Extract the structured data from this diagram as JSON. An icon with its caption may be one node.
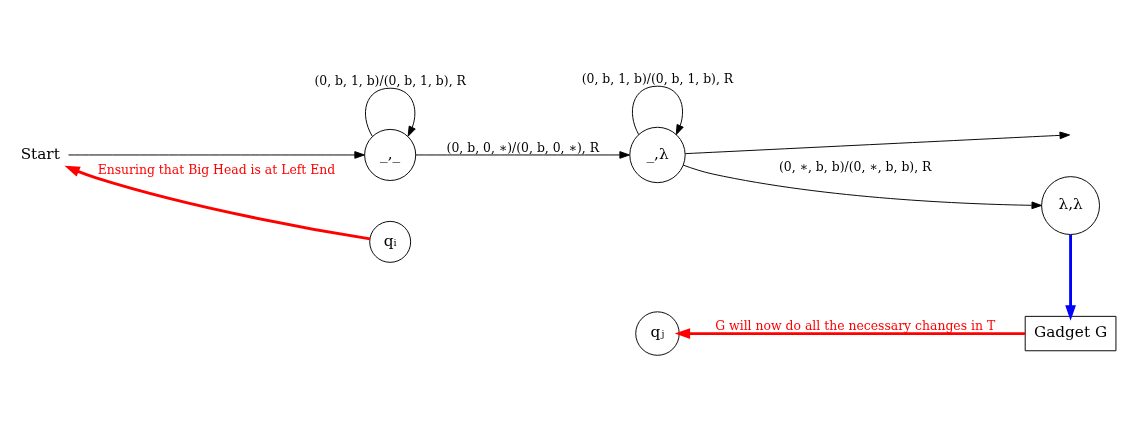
{
  "diagram": {
    "nodes": [
      {
        "text": [
          "Start"
        ]
      },
      {
        "text": [
          "_,_"
        ]
      },
      {
        "text": [
          "_,λ"
        ]
      },
      {
        "text": [
          "λ,λ"
        ]
      },
      {
        "text": [
          "Gadget G"
        ]
      },
      {
        "text": [
          "qᵢ"
        ]
      },
      {
        "text": [
          "qⱼ"
        ]
      }
    ],
    "edges": [
      {
        "from": 0,
        "to": 1,
        "arrow": "to"
      },
      {
        "from": 1,
        "to": 1,
        "arrow": "to",
        "label": "(0, b, 1, b)/(0, b, 1, b), R"
      },
      {
        "from": 1,
        "to": 2,
        "arrow": "to",
        "label": "(0, b, 0, ∗)/(0, b, 0, ∗), R"
      },
      {
        "from": 2,
        "to": 2,
        "arrow": "to",
        "label": "(0, b, 1, b)/(0, b, 1, b), R"
      },
      {
        "from": 2,
        "to": 3,
        "arrow": "to",
        "label": "(0, ∗, b, b)/(0, ∗, b, b), R"
      },
      {
        "from": 2,
        "to": null,
        "arrow": "to"
      },
      {
        "from": 3,
        "to": 4,
        "arrow": "to",
        "style": "thick",
        "color": "#0000ff"
      },
      {
        "from": 4,
        "to": 6,
        "arrow": "to",
        "style": "thick",
        "color": "#ff0000",
        "label": "G will now do all the necessary changes in T"
      },
      {
        "from": 5,
        "to": 0,
        "arrow": "to",
        "style": "thick",
        "color": "#ff0000",
        "label": "Ensuring that Big Head is at Left End"
      }
    ]
  }
}
